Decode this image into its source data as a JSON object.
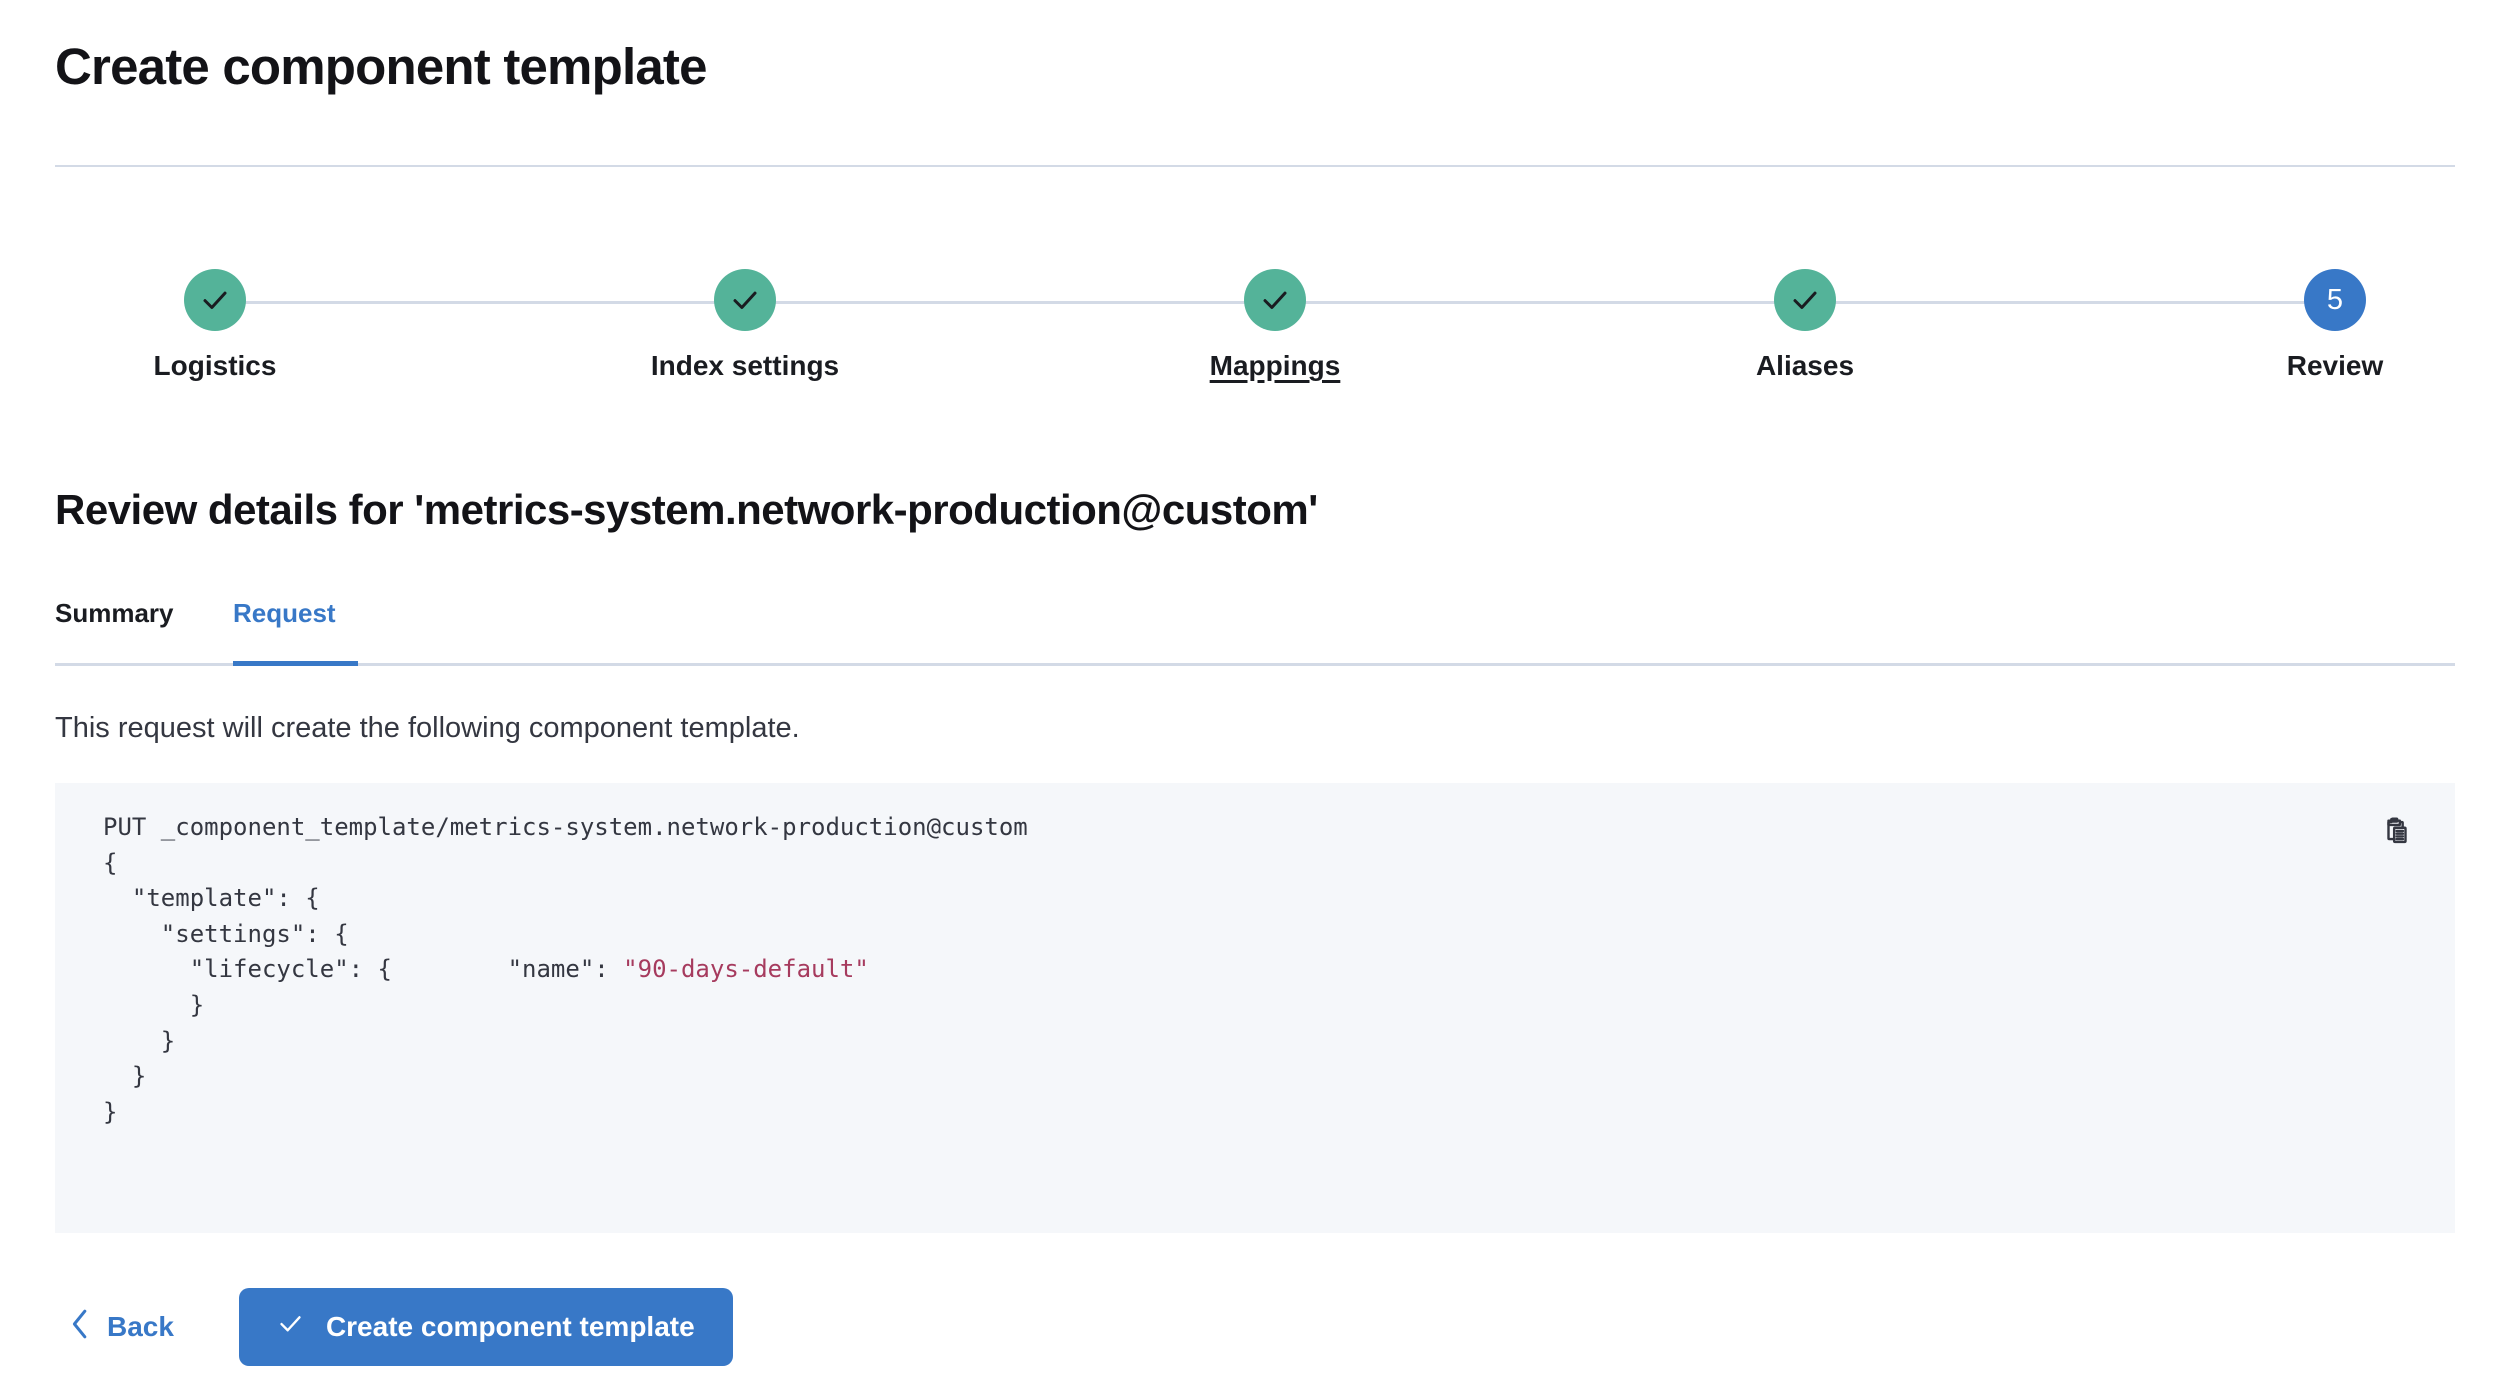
{
  "page": {
    "title": "Create component template"
  },
  "stepper": {
    "steps": [
      {
        "label": "Logistics",
        "state": "done",
        "icon": "check-icon",
        "number": "1"
      },
      {
        "label": "Index settings",
        "state": "done",
        "icon": "check-icon",
        "number": "2"
      },
      {
        "label": "Mappings",
        "state": "done",
        "icon": "check-icon",
        "number": "3",
        "hovered": true
      },
      {
        "label": "Aliases",
        "state": "done",
        "icon": "check-icon",
        "number": "4"
      },
      {
        "label": "Review",
        "state": "active",
        "icon": "step-number",
        "number": "5"
      }
    ],
    "done_color": "#54b399",
    "active_color": "#3878c7",
    "line_color": "#d3dae6"
  },
  "review": {
    "heading": "Review details for 'metrics-system.network-production@custom'",
    "tabs": [
      {
        "label": "Summary",
        "active": false
      },
      {
        "label": "Request",
        "active": true
      }
    ],
    "description": "This request will create the following component template.",
    "accent_color": "#3878c7"
  },
  "code": {
    "copy_icon": "clipboard-copy-icon",
    "string_color": "#a63b5e",
    "background": "#f5f7fa",
    "method": "PUT",
    "path": "_component_template/metrics-system.network-production@custom",
    "lines": [
      "PUT _component_template/metrics-system.network-production@custom",
      "{",
      "  \"template\": {",
      "    \"settings\": {",
      "      \"lifecycle\": {",
      "        \"name\": \"90-days-default\"",
      "      }",
      "    }",
      "  }",
      "}"
    ],
    "lifecycle_name": "90-days-default"
  },
  "footer": {
    "back_label": "Back",
    "back_icon": "chevron-left-icon",
    "submit_label": "Create component template",
    "submit_icon": "check-icon",
    "submit_color": "#3878c7"
  }
}
